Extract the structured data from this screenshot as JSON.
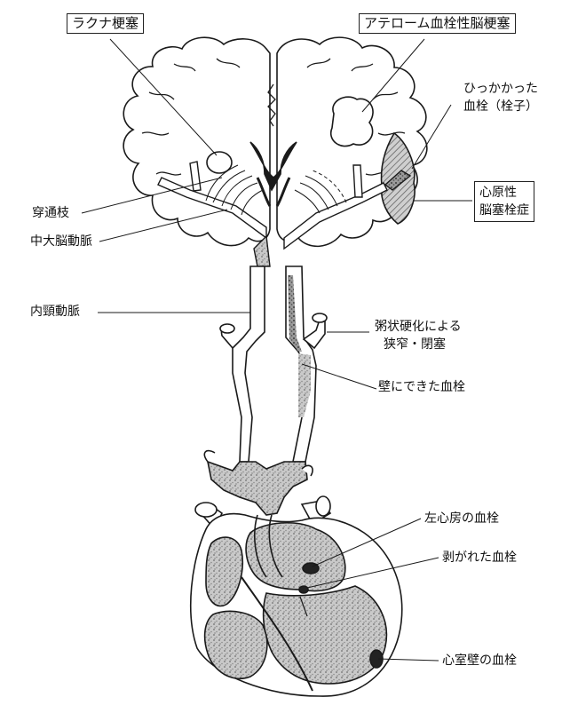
{
  "colors": {
    "ink": "#1a1a1a",
    "shade": "#8a8a8a",
    "light": "#d8d8d8",
    "paper": "#ffffff"
  },
  "labels": {
    "lacunar": "ラクナ梗塞",
    "atherothrombotic": "アテローム血栓性脳梗塞",
    "stuck_clot": "ひっかかった",
    "stuck_clot_2": "血栓（栓子）",
    "perforating": "穿通枝",
    "mca": "中大脳動脈",
    "cardioembolic_1": "心原性",
    "cardioembolic_2": "脳塞栓症",
    "ica": "内頸動脈",
    "atherosclerosis_1": "粥状硬化による",
    "atherosclerosis_2": "狭窄・閉塞",
    "wall_clot": "壁にできた血栓",
    "la_clot": "左心房の血栓",
    "detached_clot": "剥がれた血栓",
    "ventricle_clot": "心室壁の血栓"
  }
}
